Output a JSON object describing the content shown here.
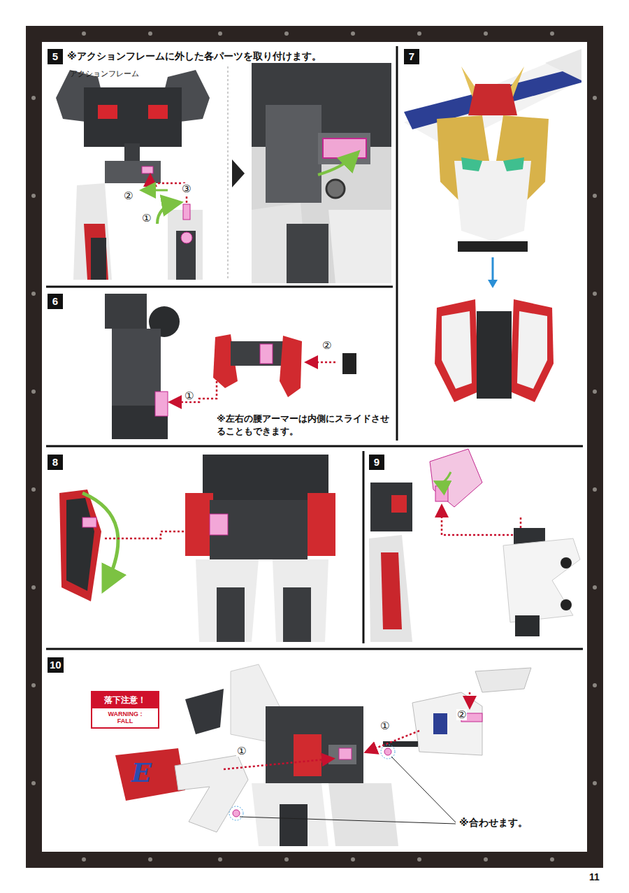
{
  "diagram": {
    "nodes": [
      {
        "text": [
          "5"
        ]
      },
      {
        "text": [
          "7"
        ]
      },
      {
        "text": [
          "6"
        ]
      },
      {
        "text": [
          "8"
        ]
      },
      {
        "text": [
          "9"
        ]
      },
      {
        "text": [
          "10"
        ]
      },
      {
        "text": [
          "落下注意！",
          "WARNING : FALL"
        ]
      }
    ],
    "labels": [
      "※アクションフレームに外した各パーツを取り付けます。",
      "アクションフレーム",
      "②",
      "③",
      "①",
      "①",
      "②",
      "※左右の腰アーマーは内側にスライドさせることもできます。",
      "①",
      "①",
      "②",
      "※合わせます。",
      "E",
      "11"
    ]
  }
}
